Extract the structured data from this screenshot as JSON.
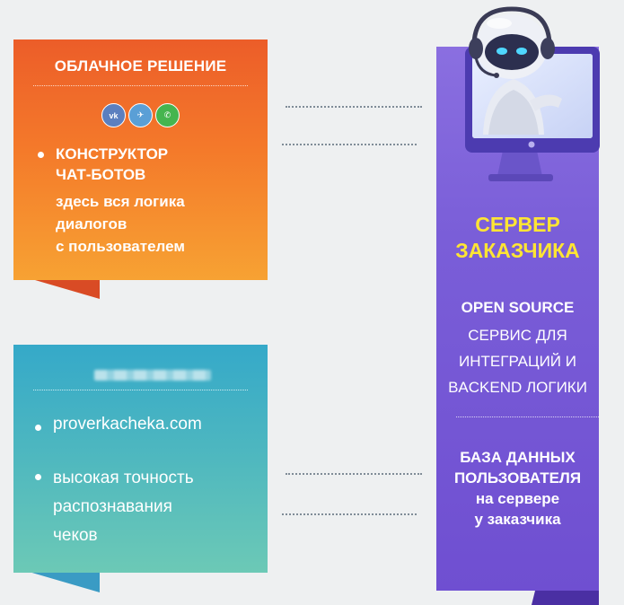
{
  "cloud_card": {
    "title": "ОБЛАЧНОЕ РЕШЕНИЕ",
    "messengers": [
      {
        "icon": "vk-icon",
        "label": "vk",
        "color": "#5b7fbf"
      },
      {
        "icon": "telegram-icon",
        "label": "✈",
        "color": "#5a9fd6"
      },
      {
        "icon": "whatsapp-icon",
        "label": "✆",
        "color": "#45b54f"
      }
    ],
    "bullet_title_1": "КОНСТРУКТОР",
    "bullet_title_2": "ЧАТ-БОТОВ",
    "desc_1": "здесь вся логика",
    "desc_2": "диалогов",
    "desc_3": "с пользователем",
    "color_top": "#ec5d29",
    "color_bottom": "#f7a233"
  },
  "receipt_card": {
    "bullet_1": "proverkacheka.com",
    "bullet_2_line_1": "высокая точность",
    "bullet_2_line_2": "распознавания",
    "bullet_2_line_3": "чеков",
    "color_top": "#35a9c9",
    "color_bottom": "#6cc9b6"
  },
  "server": {
    "title_1": "СЕРВЕР",
    "title_2": "ЗАКАЗЧИКА",
    "title_color": "#ffe533",
    "open_source": "OPEN  SOURCE",
    "service_1": "СЕРВИС ДЛЯ",
    "service_2": "ИНТЕГРАЦИЙ И",
    "service_3": "BACKEND ЛОГИКИ",
    "db_1": "БАЗА ДАННЫХ",
    "db_2": "ПОЛЬЗОВАТЕЛЯ",
    "db_3": "на сервере",
    "db_4": "у заказчика",
    "color": "#7a5ed8"
  }
}
